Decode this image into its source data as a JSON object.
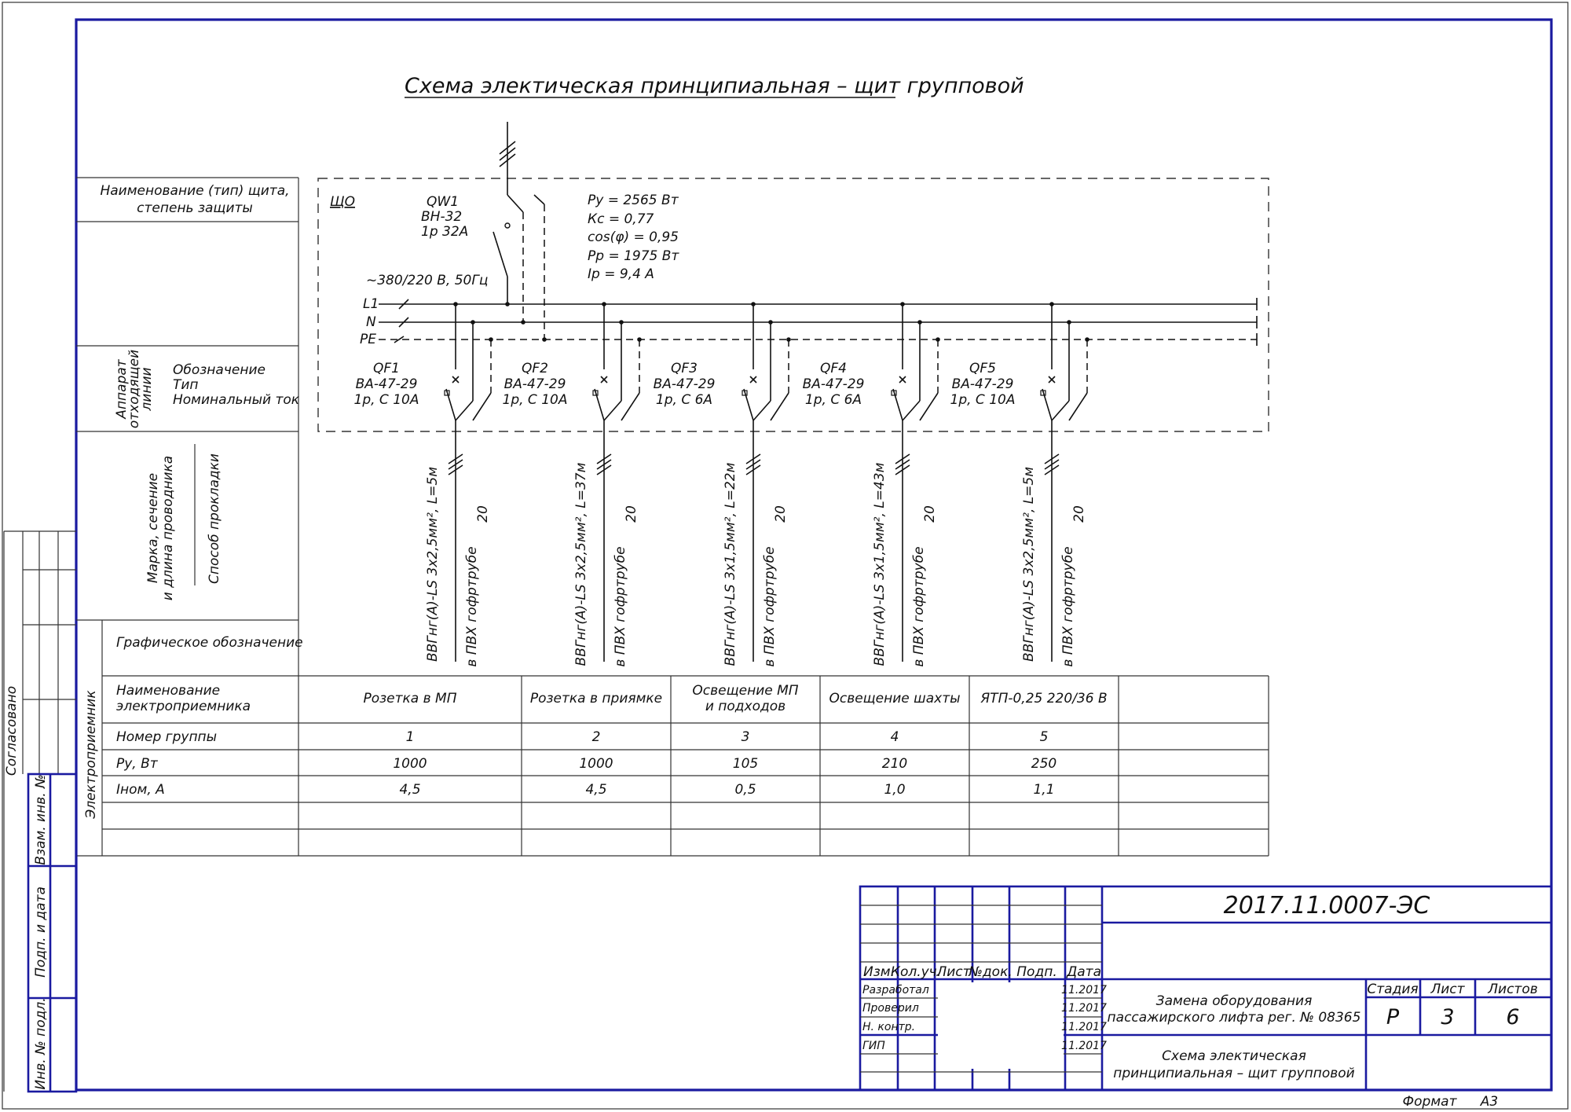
{
  "title": "Схема электическая принципиальная – щит групповой",
  "panel": {
    "name": "ЩО",
    "breaker_id": "QW1",
    "breaker_type": "ВН-32",
    "breaker_rating": "1р 32А",
    "voltage": "~380/220 В, 50Гц",
    "bus_l1": "L1",
    "bus_n": "N",
    "bus_pe": "PE",
    "params": [
      "Ру = 2565 Вт",
      "Кс = 0,77",
      "cos(φ) = 0,95",
      "Рр = 1975 Вт",
      "Iр = 9,4 А"
    ]
  },
  "left_labels": {
    "panel_name": [
      "Наименование (тип) щита,",
      "степень защиты"
    ],
    "apparatus_rot": [
      "Аппарат",
      "отходящей",
      "линии"
    ],
    "apparatus_fields": [
      "Обозначение",
      "Тип",
      "Номинальный ток"
    ],
    "cable_rot": [
      "Марка, сечение",
      "и длина проводника"
    ],
    "laying_rot": "Способ прокладки",
    "graphic": "Графическое обозначение",
    "receiver_rot": "Электроприемник",
    "receiver_name": [
      "Наименование",
      "электроприемника"
    ],
    "group_no": "Номер группы",
    "power": "Ру, Вт",
    "current": "Iном, А"
  },
  "groups": [
    {
      "id": "QF1",
      "type": "ВА-47-29",
      "rating": "1р, С 10А",
      "cable": "ВВГнг(А)-LS 3х2,5мм², L=5м",
      "laying": "в ПВХ гофртрубе",
      "d": "20",
      "name": [
        "Розетка в МП"
      ],
      "no": "1",
      "power": "1000",
      "current": "4,5"
    },
    {
      "id": "QF2",
      "type": "ВА-47-29",
      "rating": "1р, С 10А",
      "cable": "ВВГнг(А)-LS 3х2,5мм², L=37м",
      "laying": "в ПВХ гофртрубе",
      "d": "20",
      "name": [
        "Розетка в приямке"
      ],
      "no": "2",
      "power": "1000",
      "current": "4,5"
    },
    {
      "id": "QF3",
      "type": "ВА-47-29",
      "rating": "1р, С 6А",
      "cable": "ВВГнг(А)-LS 3х1,5мм², L=22м",
      "laying": "в ПВХ гофртрубе",
      "d": "20",
      "name": [
        "Освещение МП",
        "и подходов"
      ],
      "no": "3",
      "power": "105",
      "current": "0,5"
    },
    {
      "id": "QF4",
      "type": "ВА-47-29",
      "rating": "1р, С 6А",
      "cable": "ВВГнг(А)-LS 3х1,5мм², L=43м",
      "laying": "в ПВХ гофртрубе",
      "d": "20",
      "name": [
        "Освещение шахты"
      ],
      "no": "4",
      "power": "210",
      "current": "1,0"
    },
    {
      "id": "QF5",
      "type": "ВА-47-29",
      "rating": "1р, С 10А",
      "cable": "ВВГнг(А)-LS 3х2,5мм², L=5м",
      "laying": "в ПВХ гофртрубе",
      "d": "20",
      "name": [
        "ЯТП-0,25 220/36 В"
      ],
      "no": "5",
      "power": "250",
      "current": "1,1"
    }
  ],
  "side_stamp": {
    "agreed": "Согласовано",
    "inv_no": "Взам. инв. №",
    "sign_date": "Подп. и дата",
    "orig_inv": "Инв. № подл."
  },
  "title_block": {
    "code": "2017.11.0007-ЭС",
    "project": [
      "Замена оборудования",
      "пассажирского лифта рег. № 08365"
    ],
    "sheet_title": [
      "Схема электическая",
      "принципиальная – щит групповой"
    ],
    "cols": [
      "Изм.",
      "Кол.уч.",
      "Лист",
      "№док.",
      "Подп.",
      "Дата"
    ],
    "roles": [
      "Разработал",
      "Проверил",
      "Н. контр.",
      "ГИП"
    ],
    "dates": [
      "11.2017",
      "11.2017",
      "11.2017",
      "11.2017"
    ],
    "stage_label": "Стадия",
    "sheet_label": "Лист",
    "sheets_label": "Листов",
    "stage": "Р",
    "sheet": "3",
    "sheets": "6",
    "format_label": "Формат",
    "format": "А3"
  }
}
